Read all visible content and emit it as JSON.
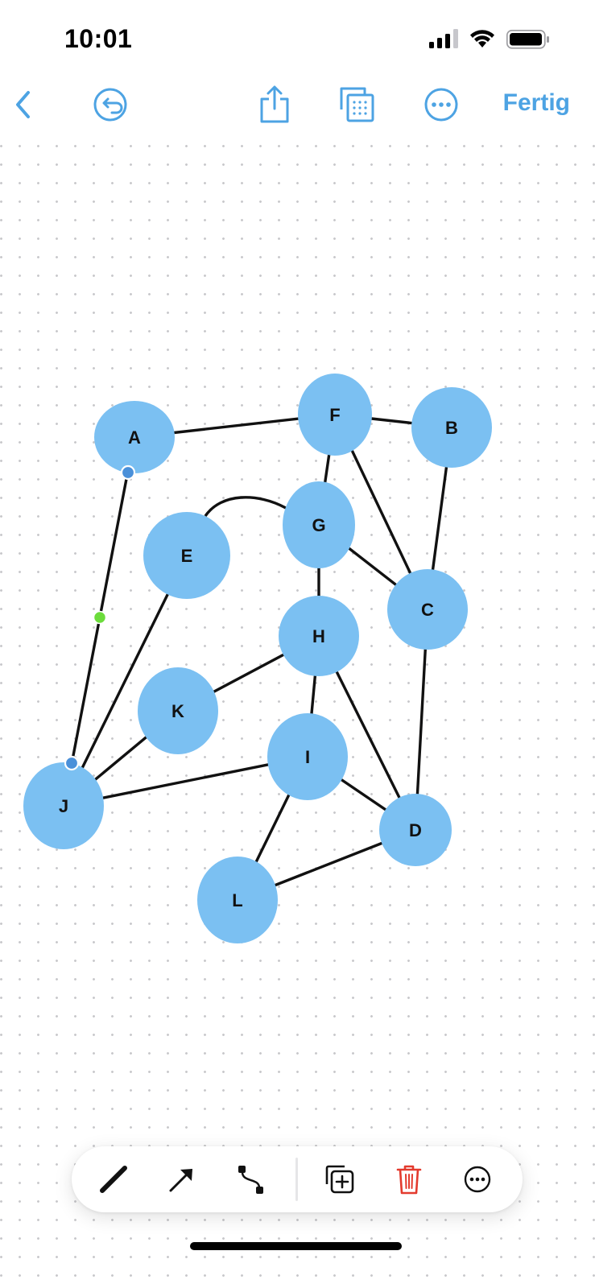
{
  "status_bar": {
    "time": "10:01",
    "icons": [
      "cellular-signal-icon",
      "wifi-icon",
      "battery-icon"
    ]
  },
  "toolbar": {
    "back_icon": "chevron-left-icon",
    "undo_icon": "undo-icon",
    "share_icon": "share-icon",
    "grid_icon": "grid-overlay-icon",
    "more_icon": "ellipsis-icon",
    "done_label": "Fertig"
  },
  "colors": {
    "accent": "#4da3e3",
    "node_fill": "#7bc0f2",
    "edge": "#111111",
    "delete": "#e33b2e",
    "handle": "#4a90d9",
    "midpoint": "#6cdc3c"
  },
  "graph": {
    "nodes": [
      {
        "id": "A",
        "label": "A"
      },
      {
        "id": "F",
        "label": "F"
      },
      {
        "id": "B",
        "label": "B"
      },
      {
        "id": "G",
        "label": "G"
      },
      {
        "id": "E",
        "label": "E"
      },
      {
        "id": "C",
        "label": "C"
      },
      {
        "id": "H",
        "label": "H"
      },
      {
        "id": "K",
        "label": "K"
      },
      {
        "id": "I",
        "label": "I"
      },
      {
        "id": "J",
        "label": "J"
      },
      {
        "id": "D",
        "label": "D"
      },
      {
        "id": "L",
        "label": "L"
      }
    ],
    "edges": [
      [
        "A",
        "F"
      ],
      [
        "F",
        "B"
      ],
      [
        "F",
        "G"
      ],
      [
        "F",
        "C"
      ],
      [
        "B",
        "C"
      ],
      [
        "E",
        "G"
      ],
      [
        "G",
        "C"
      ],
      [
        "G",
        "H"
      ],
      [
        "C",
        "D"
      ],
      [
        "H",
        "K"
      ],
      [
        "H",
        "I"
      ],
      [
        "H",
        "D"
      ],
      [
        "I",
        "J"
      ],
      [
        "I",
        "D"
      ],
      [
        "I",
        "L"
      ],
      [
        "L",
        "D"
      ],
      [
        "K",
        "J"
      ],
      [
        "E",
        "J"
      ],
      [
        "A",
        "J"
      ]
    ],
    "selected_edge": [
      "A",
      "J"
    ]
  },
  "dock": {
    "items": [
      {
        "name": "line-tool",
        "icon": "line-icon"
      },
      {
        "name": "arrow-tool",
        "icon": "arrow-icon"
      },
      {
        "name": "connector-tool",
        "icon": "connector-icon"
      },
      {
        "name": "duplicate",
        "icon": "duplicate-icon"
      },
      {
        "name": "delete",
        "icon": "trash-icon"
      },
      {
        "name": "more",
        "icon": "ellipsis-icon"
      }
    ]
  }
}
